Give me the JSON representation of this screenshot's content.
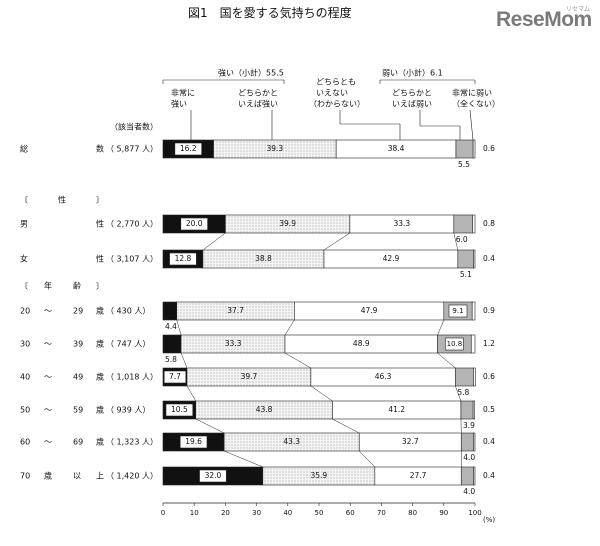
{
  "figure_title": "図1　国を愛する気持ちの程度",
  "logo": {
    "text": "ReseMom",
    "sub": "リセマム"
  },
  "chart_data": {
    "type": "stacked-bar-horizontal",
    "count_header": "（該当者数）",
    "x_ticks": [
      0,
      10,
      20,
      30,
      40,
      50,
      60,
      70,
      80,
      90,
      100
    ],
    "x_unit": "(%)",
    "xlim": [
      0,
      100
    ],
    "group_labels": {
      "sei": [
        "〔",
        "性",
        "〕"
      ],
      "nenrei": [
        "〔",
        "年",
        "齢",
        "〕"
      ]
    },
    "header_labels": {
      "strong_total": "強い（小計）55.5",
      "weak_total": "弱い（小計）6.1",
      "very_strong": [
        "非常に",
        "強い"
      ],
      "somewhat_strong": [
        "どちらかと",
        "いえば強い"
      ],
      "neither": [
        "どちらとも",
        "いえない",
        "（わからない）"
      ],
      "somewhat_weak": [
        "どちらかと",
        "いえば弱い"
      ],
      "very_weak": [
        "非常に弱い",
        "（全くない）"
      ]
    },
    "series_order": [
      "very_strong",
      "somewhat_strong",
      "neither",
      "somewhat_weak",
      "very_weak"
    ],
    "colors": {
      "very_strong": "#111111",
      "somewhat_strong": "#f2f2f2",
      "neither": "#ffffff",
      "somewhat_weak": "#b4b4b4",
      "very_weak": "#ffffff"
    },
    "rows": [
      {
        "label_parts": [
          "総",
          "数"
        ],
        "count": "（ 5,877 人）",
        "values": [
          16.2,
          39.3,
          38.4,
          5.5,
          0.6
        ],
        "labels": [
          "16.2",
          "39.3",
          "38.4",
          "5.5",
          "0.6"
        ]
      },
      {
        "label_parts": [
          "男",
          "性"
        ],
        "count": "（ 2,770 人）",
        "values": [
          20.0,
          39.9,
          33.3,
          6.0,
          0.8
        ],
        "labels": [
          "20.0",
          "39.9",
          "33.3",
          "6.0",
          "0.8"
        ]
      },
      {
        "label_parts": [
          "女",
          "性"
        ],
        "count": "（ 3,107 人）",
        "values": [
          12.8,
          38.8,
          42.9,
          5.1,
          0.4
        ],
        "labels": [
          "12.8",
          "38.8",
          "42.9",
          "5.1",
          "0.4"
        ]
      },
      {
        "label_parts": [
          "20",
          "～",
          "29",
          "歳"
        ],
        "count": "（ 430 人）",
        "values": [
          4.4,
          37.7,
          47.9,
          9.1,
          0.9
        ],
        "labels": [
          "4.4",
          "37.7",
          "47.9",
          "9.1",
          "0.9"
        ]
      },
      {
        "label_parts": [
          "30",
          "～",
          "39",
          "歳"
        ],
        "count": "（ 747 人）",
        "values": [
          5.8,
          33.3,
          48.9,
          10.8,
          1.2
        ],
        "labels": [
          "5.8",
          "33.3",
          "48.9",
          "10.8",
          "1.2"
        ]
      },
      {
        "label_parts": [
          "40",
          "～",
          "49",
          "歳"
        ],
        "count": "（ 1,018 人）",
        "values": [
          7.7,
          39.7,
          46.3,
          5.8,
          0.6
        ],
        "labels": [
          "7.7",
          "39.7",
          "46.3",
          "5.8",
          "0.6"
        ]
      },
      {
        "label_parts": [
          "50",
          "～",
          "59",
          "歳"
        ],
        "count": "（ 939 人）",
        "values": [
          10.5,
          43.8,
          41.2,
          3.9,
          0.5
        ],
        "labels": [
          "10.5",
          "43.8",
          "41.2",
          "3.9",
          "0.5"
        ]
      },
      {
        "label_parts": [
          "60",
          "～",
          "69",
          "歳"
        ],
        "count": "（ 1,323 人）",
        "values": [
          19.6,
          43.3,
          32.7,
          4.0,
          0.4
        ],
        "labels": [
          "19.6",
          "43.3",
          "32.7",
          "4.0",
          "0.4"
        ]
      },
      {
        "label_parts": [
          "70",
          "歳",
          "以",
          "上"
        ],
        "count": "（ 1,420 人）",
        "values": [
          32.0,
          35.9,
          27.7,
          4.0,
          0.4
        ],
        "labels": [
          "32.0",
          "35.9",
          "27.7",
          "4.0",
          "0.4"
        ]
      }
    ]
  }
}
